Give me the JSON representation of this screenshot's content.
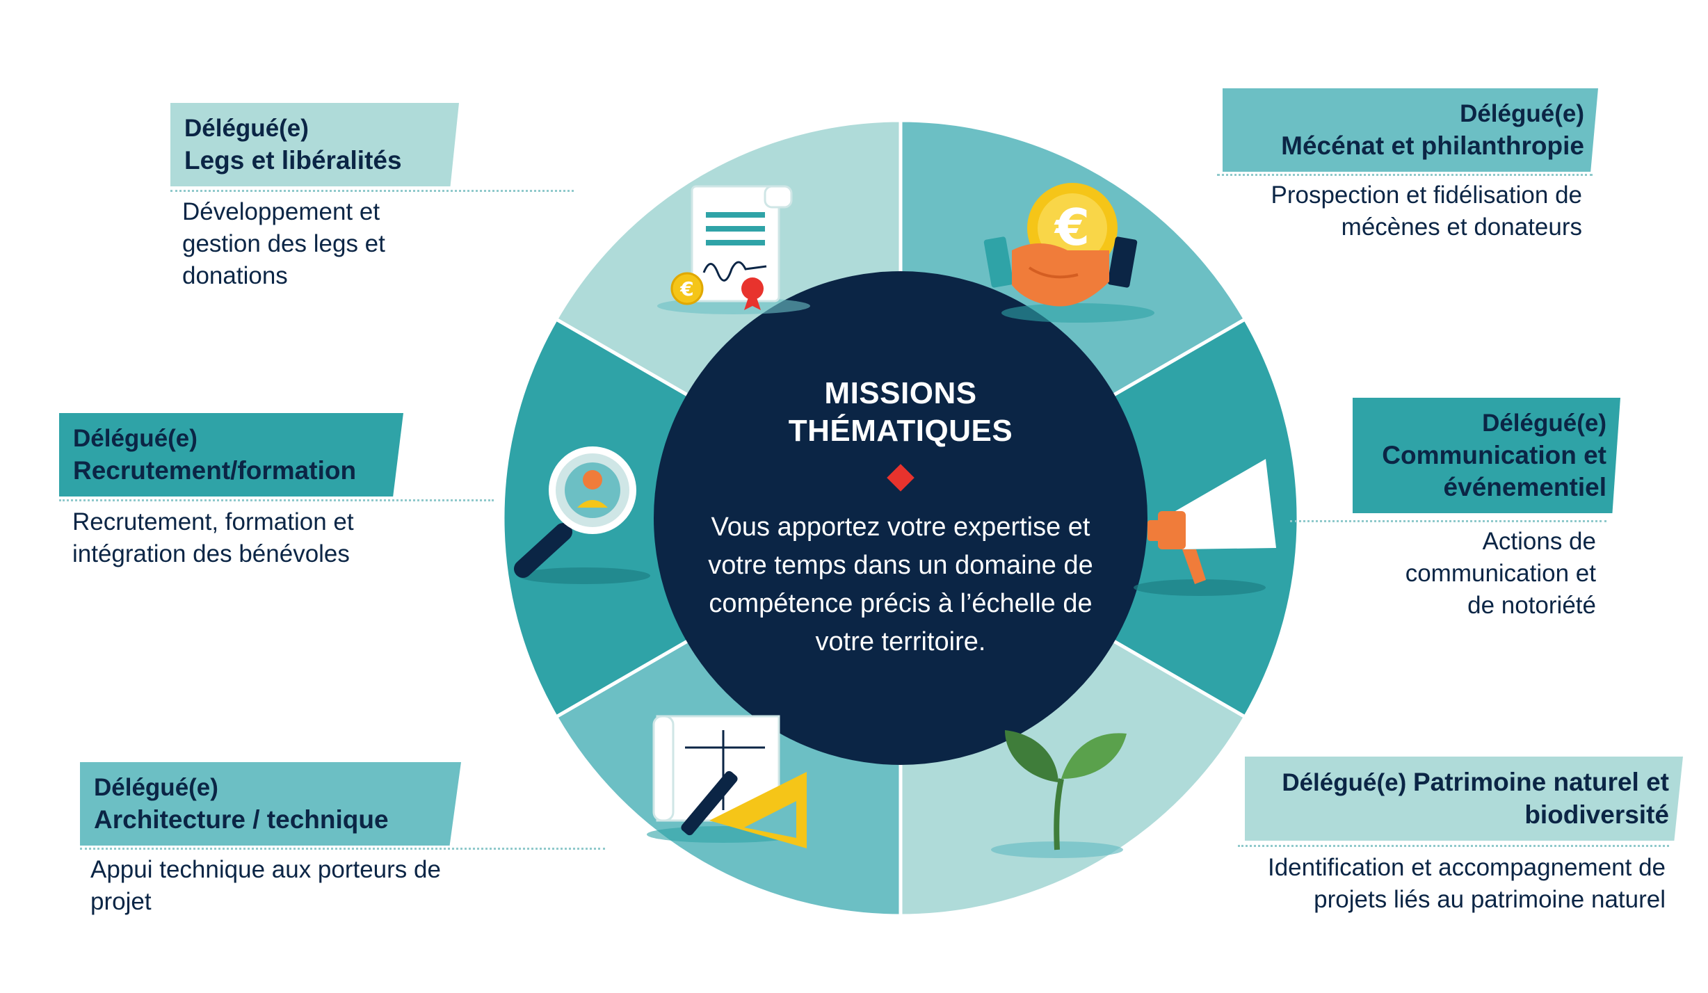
{
  "center": {
    "title": "MISSIONS THÉMATIQUES",
    "description": "Vous apportez votre expertise et votre temps dans un domaine de compétence précis à l’échelle de votre territoire."
  },
  "missions": [
    {
      "role": "Délégué(e)",
      "theme": "Legs et libéralités",
      "description": "Développement et gestion des legs et donations",
      "icon": "legal-document-icon"
    },
    {
      "role": "Délégué(e)",
      "theme": "Mécénat et philanthropie",
      "description": "Prospection et fidélisation de mécènes et donateurs",
      "icon": "handshake-euro-icon"
    },
    {
      "role": "Délégué(e)",
      "theme": "Recrutement/formation",
      "description": "Recrutement, formation et intégration des bénévoles",
      "icon": "magnifier-person-icon"
    },
    {
      "role": "Délégué(e)",
      "theme": "Communication et événementiel",
      "description": "Actions de communication et de notoriété",
      "icon": "megaphone-icon"
    },
    {
      "role": "Délégué(e)",
      "theme": "Architecture / technique",
      "description": "Appui technique aux porteurs de projet",
      "icon": "blueprint-icon"
    },
    {
      "role": "Délégué(e)",
      "theme": "Patrimoine naturel et biodiversité",
      "description": "Identification et accompagnement de projets liés au patrimoine naturel",
      "icon": "sprout-icon"
    }
  ],
  "colors": {
    "navy": "#0b2545",
    "teal_dark": "#2fa3a7",
    "teal_mid": "#6cbfc4",
    "teal_light": "#afdbd9",
    "accent_red": "#e8332d",
    "gold": "#f5c518",
    "orange": "#f07c3a"
  }
}
